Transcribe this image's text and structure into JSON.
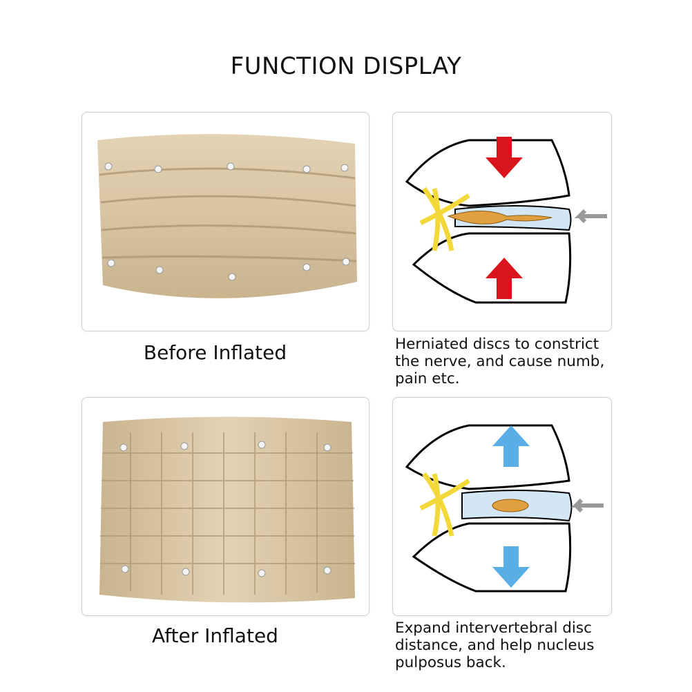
{
  "title": "FUNCTION DISPLAY",
  "panels": [
    {
      "caption": "Before Inflated"
    },
    {
      "caption_lines": [
        "Herniated discs to constrict",
        "the nerve, and cause numb,",
        "pain etc."
      ]
    },
    {
      "caption": "After Inflated"
    },
    {
      "caption_lines": [
        "Expand intervertebral disc",
        "distance, and help nucleus",
        "pulposus back."
      ]
    }
  ],
  "colors": {
    "belt": "#d9c7a6",
    "compress_arrow": "#d9141c",
    "expand_arrow": "#5aaee6",
    "disc": "#d2e6f4",
    "nucleus": "#e0a040",
    "nerve": "#f3d83a"
  }
}
